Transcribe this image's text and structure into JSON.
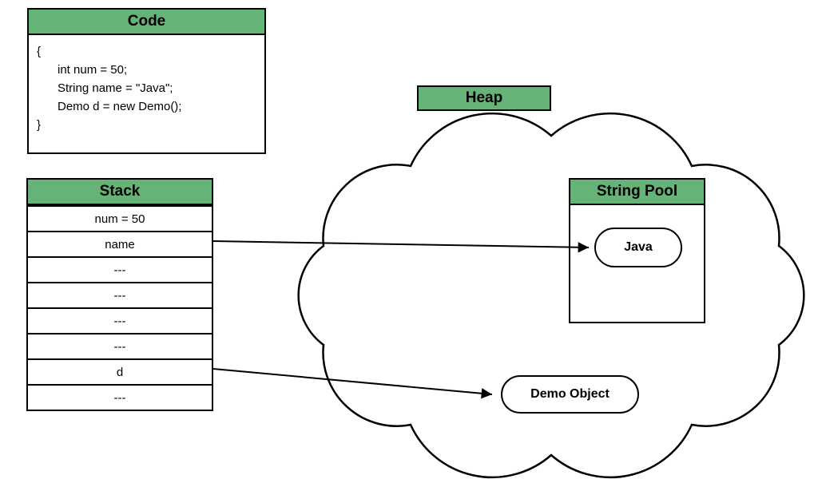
{
  "palette": {
    "header_green": "#66b377",
    "line_black": "#000000",
    "canvas_white": "#ffffff"
  },
  "code_box": {
    "title": "Code",
    "lines": [
      "{",
      "int num = 50;",
      "String name = \"Java\";",
      "Demo d = new Demo();",
      "}"
    ]
  },
  "stack": {
    "title": "Stack",
    "rows": [
      "num = 50",
      "name",
      "---",
      "---",
      "---",
      "---",
      "d",
      "---"
    ]
  },
  "heap": {
    "label": "Heap"
  },
  "string_pool": {
    "title": "String Pool",
    "object_label": "Java"
  },
  "demo_object": {
    "label": "Demo Object"
  }
}
